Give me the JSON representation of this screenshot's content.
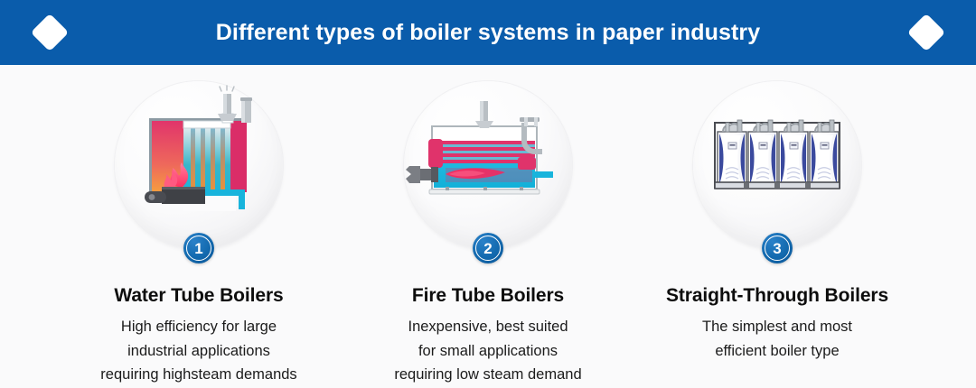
{
  "header": {
    "title": "Different types of boiler systems in paper industry",
    "bar_color": "#0a5cab",
    "title_color": "#ffffff",
    "left_ornament": "diamond-shape",
    "right_ornament": "diamond-shape"
  },
  "page": {
    "background_color": "#fafafb"
  },
  "cards": [
    {
      "number": "1",
      "title": "Water Tube Boilers",
      "description_lines": [
        "High efficiency for large",
        "industrial applications",
        "requiring highsteam demands"
      ],
      "icon_name": "water-tube-boiler-illustration",
      "colors": {
        "vessel": "#e0336b",
        "tubes": "#1fb6dd",
        "flame": "#f5305c",
        "burner": "#4a4a4f"
      }
    },
    {
      "number": "2",
      "title": "Fire Tube Boilers",
      "description_lines": [
        "Inexpensive, best suited",
        "for small applications",
        "requiring low steam demand"
      ],
      "icon_name": "fire-tube-boiler-illustration",
      "colors": {
        "vessel": "#1fb6dd",
        "tubes": "#e0336b",
        "flame": "#f5305c",
        "burner": "#6b6b70"
      }
    },
    {
      "number": "3",
      "title": "Straight-Through Boilers",
      "description_lines": [
        "The simplest and most",
        "efficient boiler type"
      ],
      "icon_name": "straight-through-boiler-illustration",
      "colors": {
        "vessel": "#ffffff",
        "tubes": "#3b4a9e",
        "flame": "#8a8a90",
        "burner": "#3b3b40"
      }
    }
  ],
  "badge": {
    "fill_color": "#0b5394",
    "text_color": "#ffffff"
  }
}
